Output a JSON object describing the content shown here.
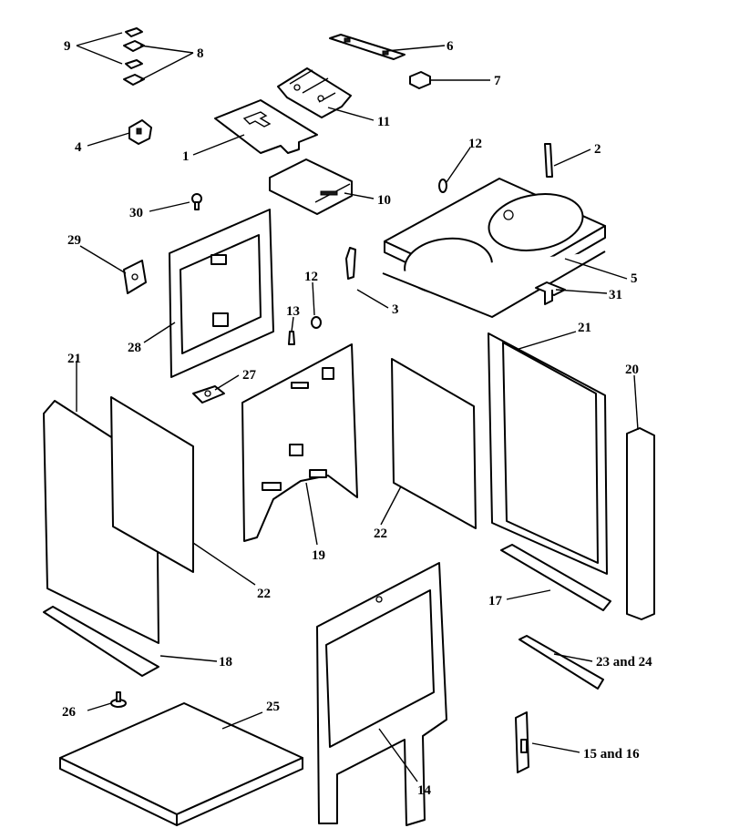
{
  "diagram": {
    "callouts": [
      {
        "id": "c1",
        "text": "1"
      },
      {
        "id": "c2",
        "text": "2"
      },
      {
        "id": "c3",
        "text": "3"
      },
      {
        "id": "c4",
        "text": "4"
      },
      {
        "id": "c5",
        "text": "5"
      },
      {
        "id": "c6",
        "text": "6"
      },
      {
        "id": "c7",
        "text": "7"
      },
      {
        "id": "c8",
        "text": "8"
      },
      {
        "id": "c9",
        "text": "9"
      },
      {
        "id": "c10",
        "text": "10"
      },
      {
        "id": "c11",
        "text": "11"
      },
      {
        "id": "c12a",
        "text": "12"
      },
      {
        "id": "c12b",
        "text": "12"
      },
      {
        "id": "c13",
        "text": "13"
      },
      {
        "id": "c14",
        "text": "14"
      },
      {
        "id": "c15",
        "text": "15 and 16"
      },
      {
        "id": "c17",
        "text": "17"
      },
      {
        "id": "c18",
        "text": "18"
      },
      {
        "id": "c19",
        "text": "19"
      },
      {
        "id": "c20",
        "text": "20"
      },
      {
        "id": "c21a",
        "text": "21"
      },
      {
        "id": "c21b",
        "text": "21"
      },
      {
        "id": "c22a",
        "text": "22"
      },
      {
        "id": "c22b",
        "text": "22"
      },
      {
        "id": "c23",
        "text": "23 and 24"
      },
      {
        "id": "c25",
        "text": "25"
      },
      {
        "id": "c26",
        "text": "26"
      },
      {
        "id": "c27",
        "text": "27"
      },
      {
        "id": "c28",
        "text": "28"
      },
      {
        "id": "c29",
        "text": "29"
      },
      {
        "id": "c30",
        "text": "30"
      },
      {
        "id": "c31",
        "text": "31"
      }
    ]
  }
}
